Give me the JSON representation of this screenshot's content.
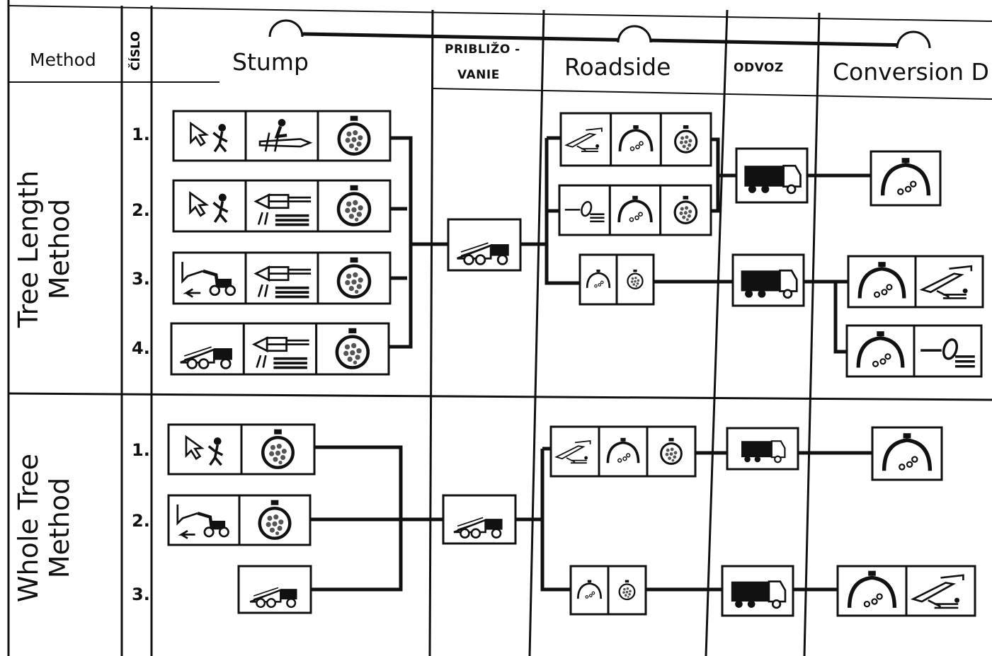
{
  "headers": {
    "method": "Method",
    "cislo": "ČÍSLO",
    "stump": "Stump",
    "priblizovanie_line1": "PRIBLIŽO -",
    "priblizovanie_line2": "VANIE",
    "roadside": "Roadside",
    "odvoz": "ODVOZ",
    "conversion": "Conversion D"
  },
  "groups": {
    "tree_length_line1": "Tree Length",
    "tree_length_line2": "Method",
    "whole_tree_line1": "Whole Tree",
    "whole_tree_line2": "Method"
  },
  "rows": {
    "tl": [
      "1.",
      "2.",
      "3.",
      "4."
    ],
    "wt": [
      "1.",
      "2.",
      "3."
    ]
  },
  "icons": {
    "felling": "feller-arrow-icon",
    "delimbing": "delimbing-worker-icon",
    "harvester": "harvester-icon",
    "grapple": "grapple-bundle-icon",
    "skidder": "skidder-tractor-icon",
    "truck": "log-truck-icon",
    "crane": "crane-loader-icon",
    "saw": "circular-saw-icon",
    "chipper": "chipper-icon"
  },
  "colors": {
    "line": "#111111",
    "background": "#ffffff"
  }
}
